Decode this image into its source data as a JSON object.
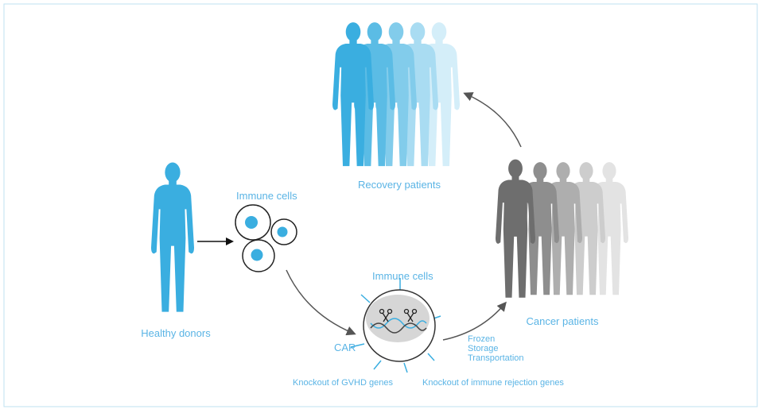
{
  "labels": {
    "healthy_donors": "Healthy donors",
    "immune_cells_top": "Immune cells",
    "recovery_patients": "Recovery patients",
    "immune_cells_edited": "Immune cells",
    "cancer_patients": "Cancer patients",
    "car": "CAR",
    "frozen": "Frozen",
    "storage": "Storage",
    "transportation": "Transportation",
    "knockout_gvhd": "Knockout of GVHD genes",
    "knockout_rejection": "Knockout of immune rejection genes"
  },
  "colors": {
    "accent_blue": "#3aaee0",
    "label_blue": "#5ab4e5",
    "patient_gray": "#6e6e6e",
    "frame": "#bfe0f2"
  },
  "icons": [
    "person-silhouette",
    "cell",
    "scissors-icon",
    "dna-helix"
  ]
}
